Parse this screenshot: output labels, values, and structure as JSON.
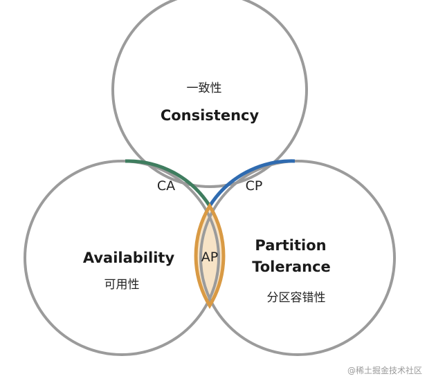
{
  "colors": {
    "circle_stroke": "#9b9b9b",
    "ca_stroke": "#3f7d5f",
    "ca_fill": "#d7e9df",
    "cp_stroke": "#2f6bb0",
    "cp_fill": "#d3e1f2",
    "ap_stroke": "#d99a44",
    "ap_fill": "#f7e3c6"
  },
  "consistency": {
    "zh": "一致性",
    "en": "Consistency"
  },
  "availability": {
    "zh": "可用性",
    "en": "Availability"
  },
  "partition_tolerance": {
    "zh": "分区容错性",
    "en_line1": "Partition",
    "en_line2": "Tolerance"
  },
  "intersections": {
    "ca": "CA",
    "cp": "CP",
    "ap": "AP"
  },
  "watermark": "@稀土掘金技术社区"
}
